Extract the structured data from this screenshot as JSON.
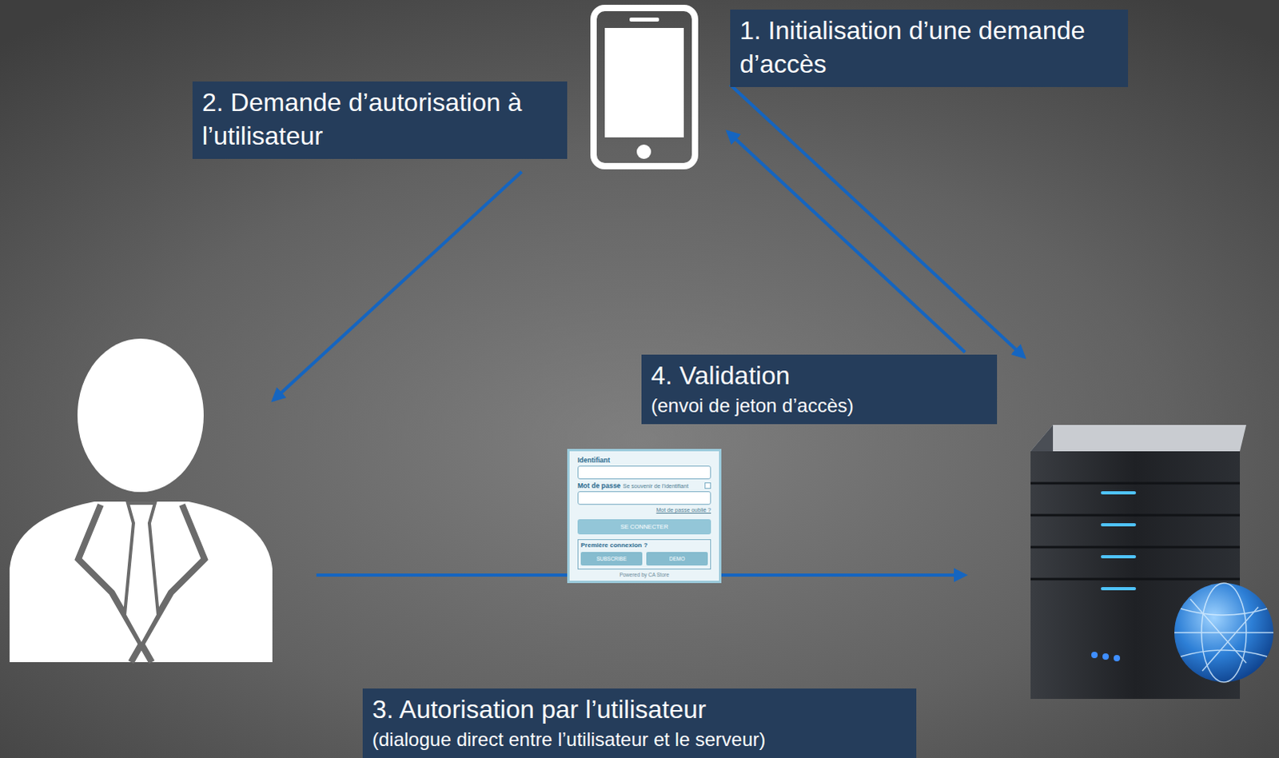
{
  "diagram": {
    "nodes": [
      {
        "text": [
          "1. Initialisation d’une demande d’accès"
        ]
      },
      {
        "text": [
          "2. Demande d’autorisation à l’utilisateur"
        ]
      },
      {
        "text": [
          "4. Validation",
          "(envoi de jeton d’accès)"
        ]
      },
      {
        "text": [
          "Identifiant",
          "Mot de passe",
          "Se souvenir de l’identifiant",
          "Mot de passe oublié ?",
          "Powered by CA Store"
        ]
      },
      {
        "text": [
          "SE CONNECTER"
        ],
        "in": 3
      },
      {
        "text": [
          "Première connexion ?"
        ],
        "in": 3
      },
      {
        "text": [
          "SUBSCRIBE"
        ],
        "in": 5
      },
      {
        "text": [
          "DEMO"
        ],
        "in": 5
      },
      {
        "text": [
          "3. Autorisation par l’utilisateur",
          "(dialogue direct entre l’utilisateur et le serveur)"
        ]
      }
    ]
  }
}
